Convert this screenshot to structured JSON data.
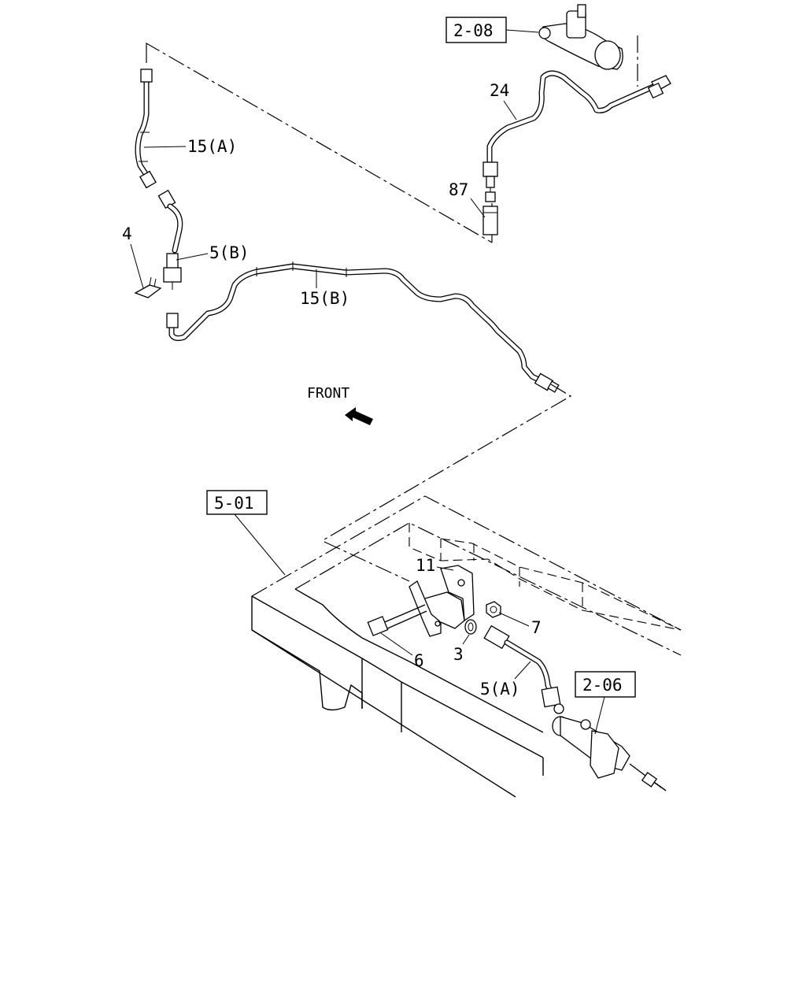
{
  "callouts": {
    "ref_2_08": "2-08",
    "ref_5_01": "5-01",
    "ref_2_06": "2-06",
    "p15a": "15(A)",
    "p15b": "15(B)",
    "p5b": "5(B)",
    "p5a": "5(A)",
    "p4": "4",
    "p24": "24",
    "p87": "87",
    "p11": "11",
    "p7": "7",
    "p6": "6",
    "p3": "3"
  },
  "front_label": "FRONT",
  "icons": {
    "front_arrow": "front-arrow-icon"
  }
}
